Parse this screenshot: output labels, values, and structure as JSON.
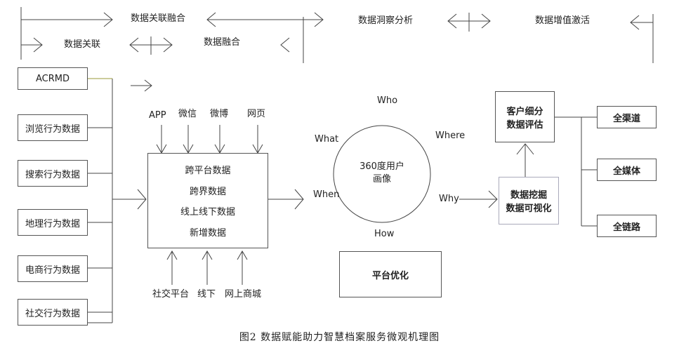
{
  "top_band": {
    "assoc_fusion": "数据关联融合",
    "assoc": "数据关联",
    "fusion": "数据融合",
    "insight": "数据洞察分析",
    "activation": "数据增值激活"
  },
  "sources": [
    "ACRMD",
    "浏览行为数据",
    "搜索行为数据",
    "地理行为数据",
    "电商行为数据",
    "社交行为数据"
  ],
  "top_inputs": [
    "APP",
    "微信",
    "微博",
    "网页"
  ],
  "center_box": [
    "跨平台数据",
    "跨界数据",
    "线上线下数据",
    "新增数据"
  ],
  "bottom_inputs": [
    "社交平台",
    "线下",
    "网上商城"
  ],
  "portrait": {
    "center": "360度用户画像",
    "who": "Who",
    "where": "Where",
    "why": "Why",
    "how": "How",
    "when": "When",
    "what": "What"
  },
  "platform": "平台优化",
  "mining": [
    "数据挖掘",
    "数据可视化"
  ],
  "segment": [
    "客户细分",
    "数据评估"
  ],
  "channels": [
    "全渠道",
    "全媒体",
    "全链路"
  ],
  "caption": "图2 数据赋能助力智慧档案服务微观机理图"
}
